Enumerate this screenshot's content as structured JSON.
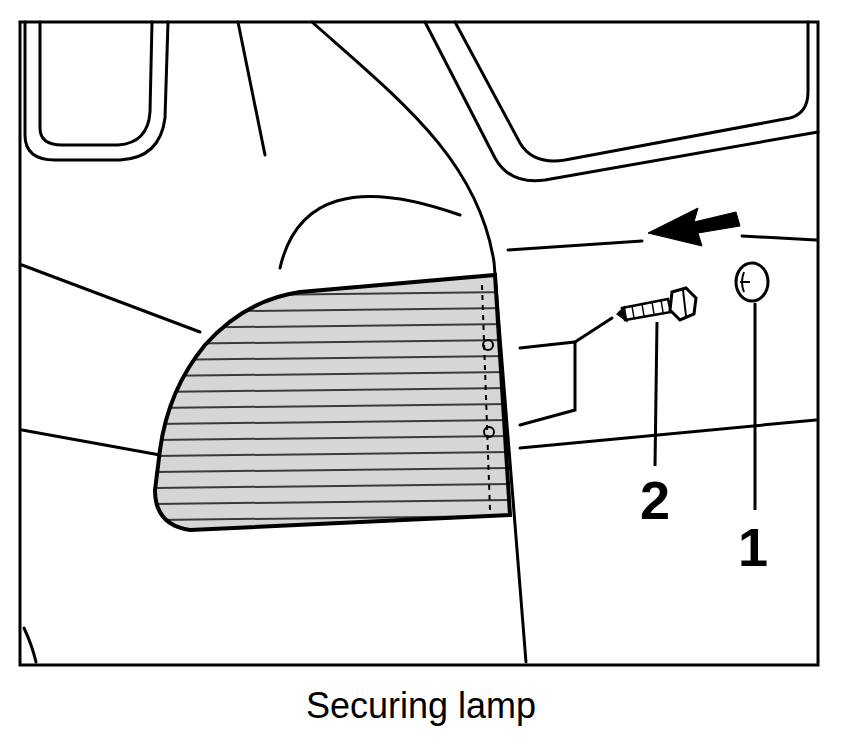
{
  "diagram": {
    "caption": "Securing lamp",
    "labels": [
      "2",
      "1"
    ]
  }
}
